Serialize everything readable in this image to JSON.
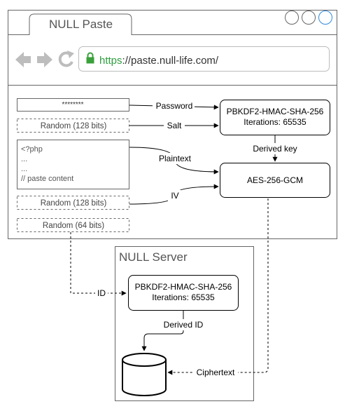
{
  "browser": {
    "tab_title": "NULL Paste",
    "url_scheme": "https",
    "url_rest": "://paste.null-life.com/",
    "colors": {
      "scheme": "#2e9e3e",
      "lock": "#3aa03a",
      "window_btn_active": "#2f8ad8"
    }
  },
  "inputs": {
    "password_mask": "********",
    "salt_random": "Random (128 bits)",
    "paste_lines": [
      "<?php",
      "...",
      "...",
      "// paste content"
    ],
    "iv_random": "Random (128 bits)",
    "id_random": "Random (64 bits)"
  },
  "labels": {
    "password": "Password",
    "salt": "Salt",
    "plaintext": "Plaintext",
    "iv": "IV",
    "derived_key": "Derived key",
    "id": "ID",
    "derived_id": "Derived ID",
    "ciphertext": "Ciphertext"
  },
  "boxes": {
    "kdf_client": {
      "line1": "PBKDF2-HMAC-SHA-256",
      "line2": "Iterations: 65535"
    },
    "cipher": "AES-256-GCM",
    "kdf_server": {
      "line1": "PBKDF2-HMAC-SHA-256",
      "line2": "Iterations: 65535"
    }
  },
  "server": {
    "title": "NULL Server"
  }
}
